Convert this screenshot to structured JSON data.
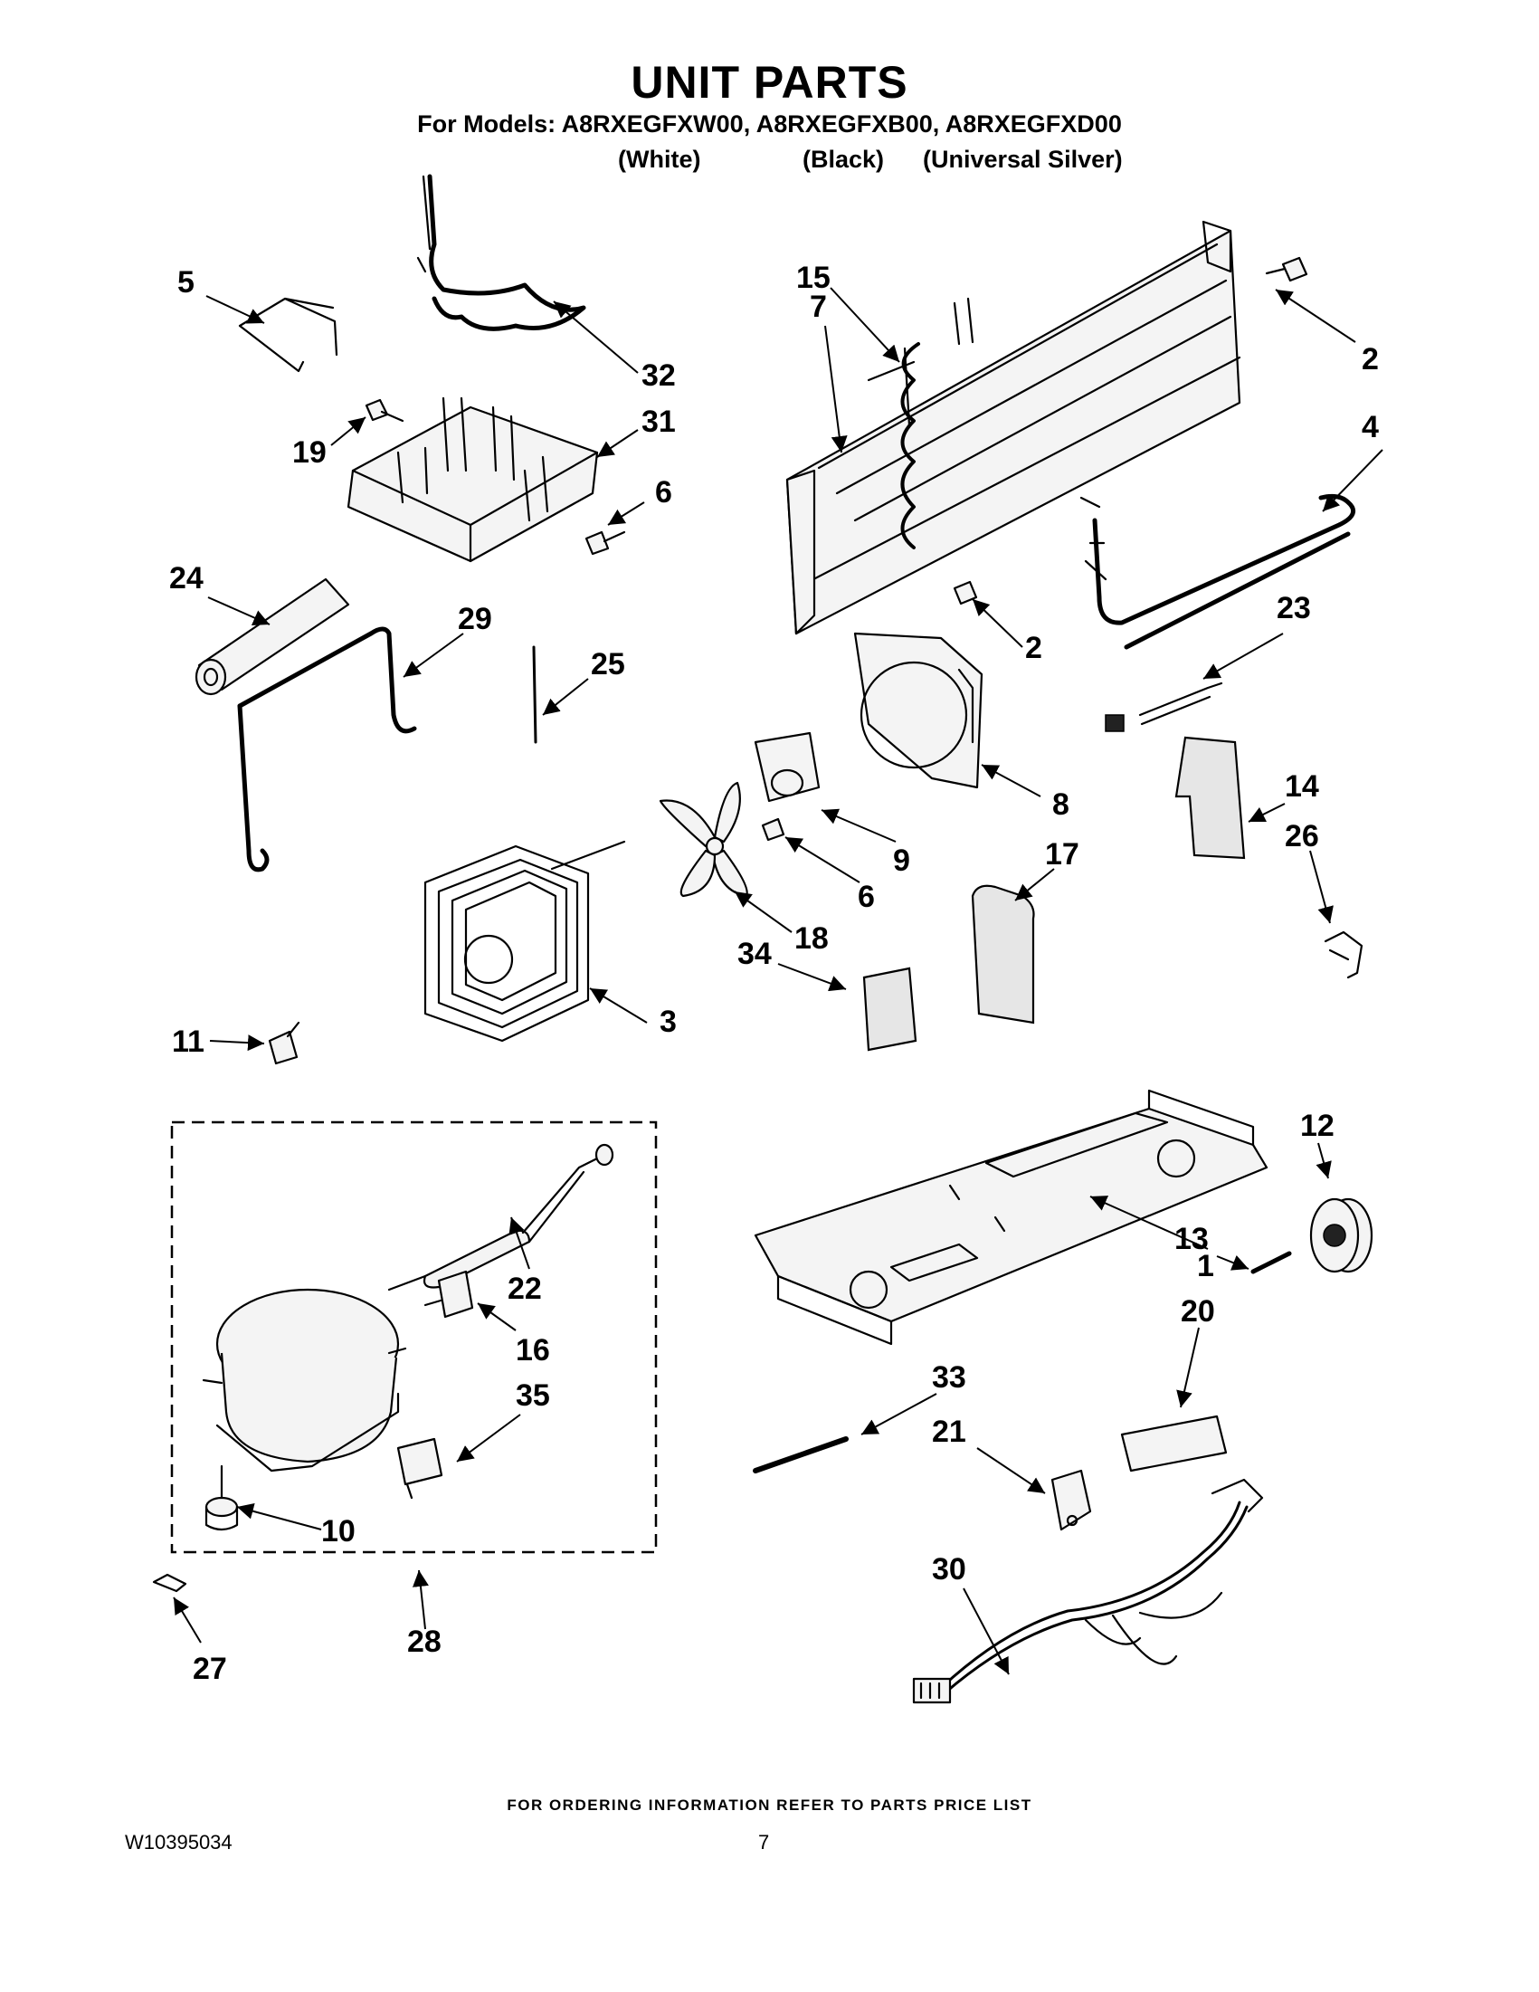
{
  "header": {
    "title": "UNIT PARTS",
    "models_line": "For Models: A8RXEGFXW00, A8RXEGFXB00, A8RXEGFXD00",
    "variants": [
      "(White)",
      "(Black)",
      "(Universal Silver)"
    ]
  },
  "footer": {
    "ordering_note": "FOR ORDERING INFORMATION REFER TO PARTS PRICE LIST",
    "document_number": "W10395034",
    "page_number": "7"
  },
  "callouts": {
    "c1": "1",
    "c2a": "2",
    "c2b": "2",
    "c3": "3",
    "c4": "4",
    "c5": "5",
    "c6a": "6",
    "c6b": "6",
    "c7": "7",
    "c8": "8",
    "c9": "9",
    "c10": "10",
    "c11": "11",
    "c12": "12",
    "c13": "13",
    "c14": "14",
    "c15": "15",
    "c16": "16",
    "c17": "17",
    "c18": "18",
    "c19": "19",
    "c20": "20",
    "c21": "21",
    "c22": "22",
    "c23": "23",
    "c24": "24",
    "c25": "25",
    "c26": "26",
    "c27": "27",
    "c28": "28",
    "c29": "29",
    "c30": "30",
    "c31": "31",
    "c32": "32",
    "c33": "33",
    "c34": "34",
    "c35": "35"
  }
}
